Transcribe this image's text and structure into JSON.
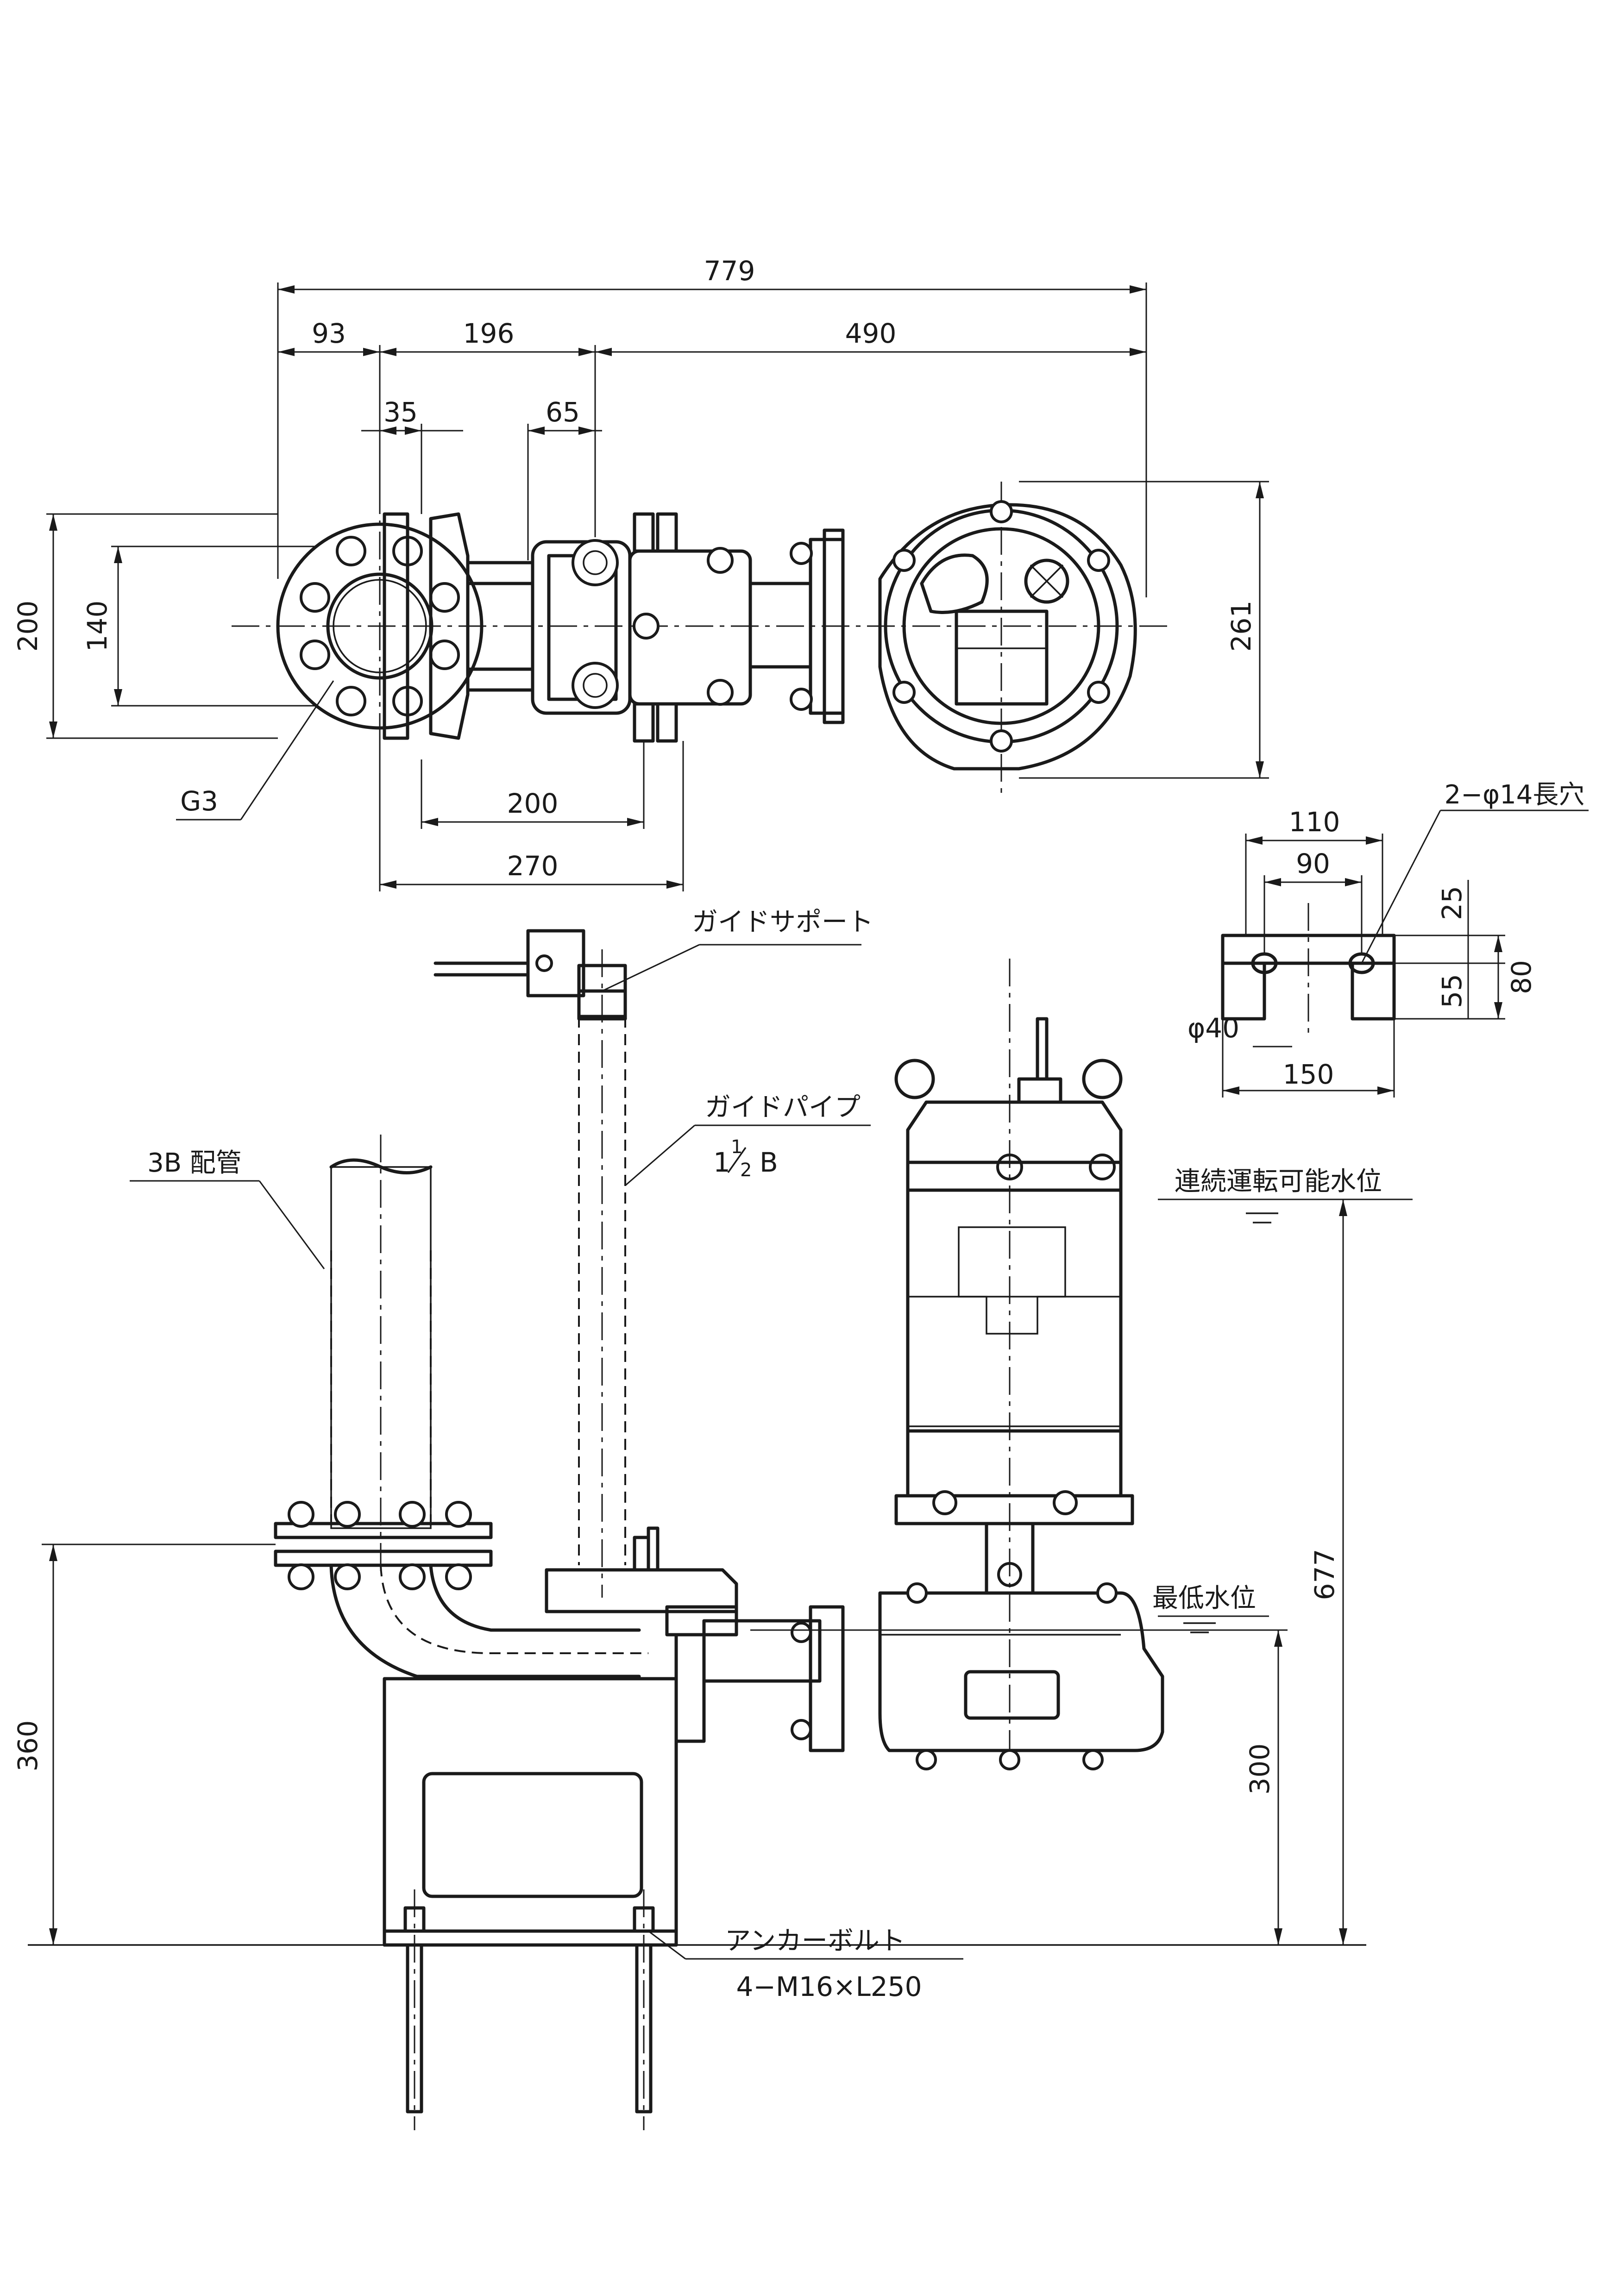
{
  "dimensions": {
    "total_width": "779",
    "left_offset": "93",
    "middle_span": "196",
    "right_span": "490",
    "bolt_offset": "35",
    "guide_offset": "65",
    "flange_height": "200",
    "bolt_spacing": "140",
    "body_height": "261",
    "base_span_a": "200",
    "base_span_b": "270",
    "foot_total": "110",
    "foot_inner": "90",
    "foot_top": "25",
    "foot_bottom": "55",
    "foot_height": "80",
    "foot_base": "150",
    "foot_hole": "φ40",
    "outlet_height": "360",
    "inlet_height": "300",
    "overall_height": "677"
  },
  "labels": {
    "thread": "G3",
    "slot_holes": "2−φ14長穴",
    "guide_support": "ガイドサポート",
    "guide_pipe": "ガイドパイプ",
    "guide_pipe_size_whole": "1",
    "guide_pipe_size_num": "1",
    "guide_pipe_size_den": "2",
    "guide_pipe_size_unit": "B",
    "piping": "3B 配管",
    "continuous_water_level": "連続運転可能水位",
    "min_water_level": "最低水位",
    "anchor_bolt": "アンカーボルト",
    "anchor_bolt_spec": "4−M16×L250"
  }
}
